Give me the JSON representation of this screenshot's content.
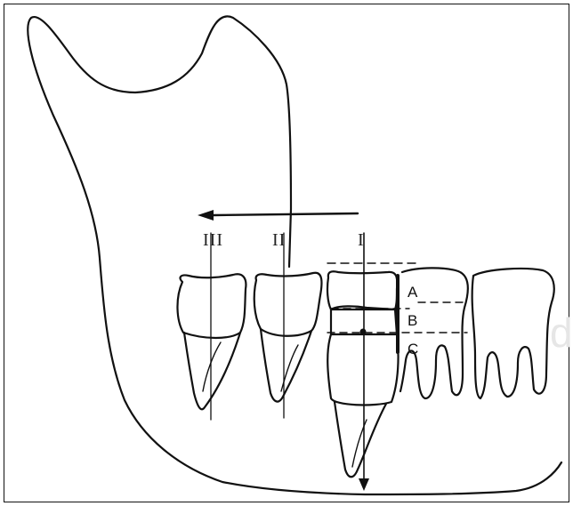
{
  "labels": {
    "a": "A",
    "b": "B",
    "c": "C"
  },
  "positions_roman": {
    "p3": "III",
    "p2": "II",
    "p1": "I"
  },
  "watermark": "d",
  "colors": {
    "stroke": "#111111",
    "watermark": "#e6e6e6"
  },
  "icons": {
    "direction_arrow": "left-arrow-icon",
    "eruption_arrow": "down-arrow-icon"
  }
}
